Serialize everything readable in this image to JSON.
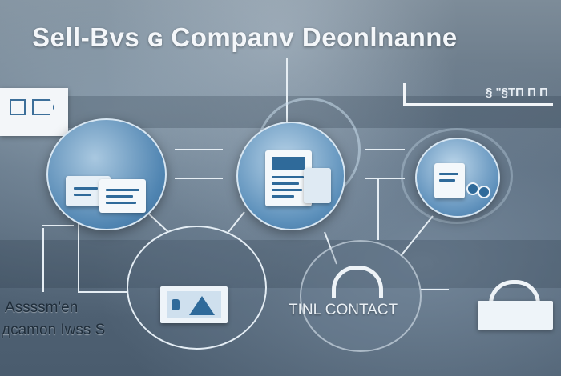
{
  "title": "Sell-Bvs ɢ Companv Deonlnanne",
  "banner": {
    "text": "§ \"§TΠ Π Π"
  },
  "labels": {
    "assessment": "Assssm'en",
    "common_issues": "дcamon Iwss S",
    "contact": "TINL CONTACT"
  },
  "colors": {
    "accent": "#4f84b1",
    "panel": "#f3f6f9",
    "line": "#e6eef4"
  },
  "icons": {
    "panel_top_left": "window-icon",
    "bubble_left": "document-stack-icon",
    "bubble_center": "document-icon",
    "bubble_right": "folder-link-icon",
    "bubble_bottom_left": "image-card-icon",
    "bubble_bottom_right": "lock-icon",
    "bottom_right": "lock-card-icon"
  }
}
